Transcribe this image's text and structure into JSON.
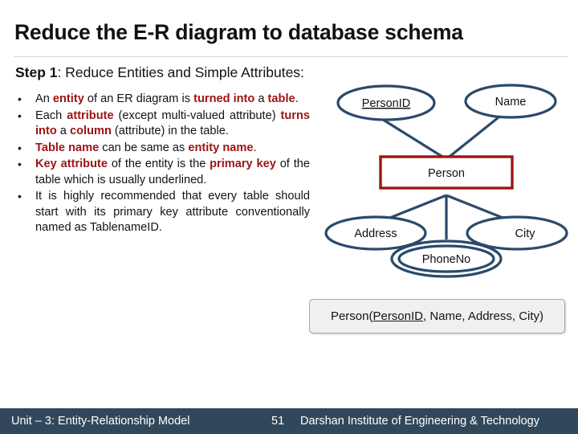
{
  "slide": {
    "title": "Reduce the E-R diagram to database schema",
    "step_label": "Step 1",
    "step_rest": ": Reduce Entities and Simple Attributes:"
  },
  "bullets": [
    {
      "marker": "•",
      "segments": [
        {
          "text": "An ",
          "style": "normal"
        },
        {
          "text": "entity",
          "style": "highlight"
        },
        {
          "text": " of an ER diagram is ",
          "style": "normal"
        },
        {
          "text": "turned into",
          "style": "highlight"
        },
        {
          "text": " a ",
          "style": "normal"
        },
        {
          "text": "table",
          "style": "highlight"
        },
        {
          "text": ".",
          "style": "normal"
        }
      ]
    },
    {
      "marker": "•",
      "justify": true,
      "segments": [
        {
          "text": "Each ",
          "style": "normal"
        },
        {
          "text": "attribute",
          "style": "highlight"
        },
        {
          "text": " (except multi-valued attribute) ",
          "style": "normal"
        },
        {
          "text": "turns into",
          "style": "highlight"
        },
        {
          "text": " a ",
          "style": "normal"
        },
        {
          "text": "column",
          "style": "highlight"
        },
        {
          "text": " (attribute) in the table.",
          "style": "normal"
        }
      ]
    },
    {
      "marker": "•",
      "segments": [
        {
          "text": "Table name",
          "style": "highlight"
        },
        {
          "text": " can be same as ",
          "style": "normal"
        },
        {
          "text": "entity name",
          "style": "highlight"
        },
        {
          "text": ".",
          "style": "normal"
        }
      ]
    },
    {
      "marker": "•",
      "justify": true,
      "segments": [
        {
          "text": "Key attribute",
          "style": "highlight"
        },
        {
          "text": " of the entity is the ",
          "style": "normal"
        },
        {
          "text": "primary key",
          "style": "highlight"
        },
        {
          "text": " of the table which is usually underlined.",
          "style": "normal"
        }
      ]
    },
    {
      "marker": "•",
      "justify": true,
      "segments": [
        {
          "text": "It is highly recommended that every table should start with its primary key attribute conventionally named as TablenameID.",
          "style": "normal"
        }
      ]
    }
  ],
  "er_diagram": {
    "entity": {
      "label": "Person",
      "border_color": "#9e1515",
      "shape": "rectangle"
    },
    "attributes": [
      {
        "label": "PersonID",
        "kind": "key",
        "underlined": true,
        "shape": "ellipse"
      },
      {
        "label": "Name",
        "kind": "simple",
        "underlined": false,
        "shape": "ellipse"
      },
      {
        "label": "Address",
        "kind": "simple",
        "underlined": false,
        "shape": "ellipse"
      },
      {
        "label": "City",
        "kind": "simple",
        "underlined": false,
        "shape": "ellipse"
      },
      {
        "label": "PhoneNo",
        "kind": "multi-valued",
        "underlined": false,
        "shape": "double-ellipse"
      }
    ],
    "line_color": "#2a4a6b"
  },
  "schema": {
    "relation": "Person",
    "open_paren": " (",
    "primary_key": "PersonID",
    "other_columns": ", Name, Address, City)"
  },
  "footer": {
    "unit": "Unit – 3: Entity-Relationship Model",
    "page": "51",
    "organization": "Darshan Institute of Engineering & Technology",
    "background": "#31475c"
  }
}
